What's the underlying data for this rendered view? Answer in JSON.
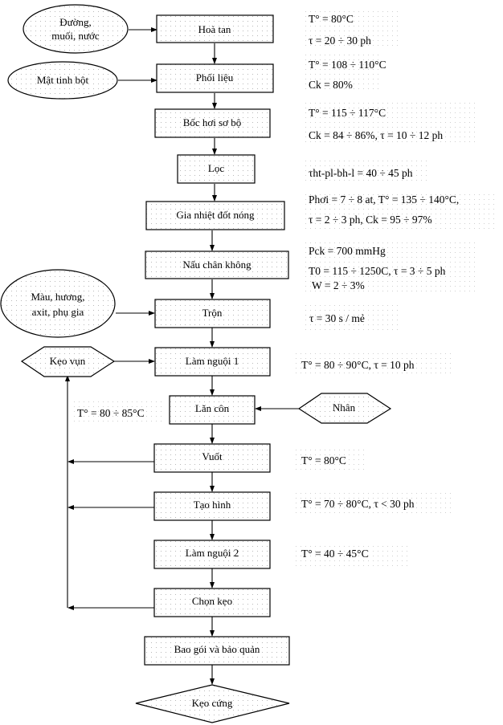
{
  "title": "Quy trình sản xuất kẹo cứng",
  "inputs": [
    {
      "id": "in1",
      "lines": [
        "Đường,",
        "muối, nước"
      ],
      "shape": "ellipse"
    },
    {
      "id": "in2",
      "lines": [
        "Mật tinh bột"
      ],
      "shape": "ellipse"
    },
    {
      "id": "in3",
      "lines": [
        "Màu, hương,",
        "axit, phụ gia"
      ],
      "shape": "ellipse"
    },
    {
      "id": "in4",
      "lines": [
        "Kẹo vụn"
      ],
      "shape": "hexagon"
    },
    {
      "id": "in5",
      "lines": [
        "Nhân"
      ],
      "shape": "hexagon"
    }
  ],
  "steps": [
    {
      "label": "Hoà tan"
    },
    {
      "label": "Phối liệu"
    },
    {
      "label": "Bốc hơi sơ bộ"
    },
    {
      "label": "Lọc"
    },
    {
      "label": "Gia nhiệt đốt nóng"
    },
    {
      "label": "Nấu chân không"
    },
    {
      "label": "Trộn"
    },
    {
      "label": "Làm nguội 1"
    },
    {
      "label": "Lăn côn"
    },
    {
      "label": "Vuốt"
    },
    {
      "label": "Tạo hình"
    },
    {
      "label": "Làm nguội 2"
    },
    {
      "label": "Chọn kẹo"
    },
    {
      "label": "Bao gói và bảo quản"
    }
  ],
  "output": {
    "label": "Kẹo cứng",
    "shape": "diamond"
  },
  "notes": {
    "hoa_tan": [
      "T° = 80°C",
      "τ = 20 ÷ 30 ph"
    ],
    "phoi_lieu": [
      "T° = 108 ÷ 110°C",
      "Ck = 80%"
    ],
    "boc_hoi": [
      "T° = 115 ÷ 117°C",
      "Ck = 84 ÷ 86%, τ = 10 ÷ 12 ph"
    ],
    "loc": [
      "τht-pl-bh-l = 40 ÷ 45 ph"
    ],
    "gia_nhiet": [
      "Phơi = 7 ÷ 8 at, T° = 135 ÷ 140°C,",
      "τ = 2 ÷ 3 ph, Ck = 95 ÷ 97%"
    ],
    "nau_chan_khong": [
      "Pck = 700 mmHg",
      "T0 = 115 ÷ 1250C, τ = 3 ÷ 5 ph",
      "W = 2 ÷ 3%"
    ],
    "tron": [
      "τ = 30 s / mẻ"
    ],
    "lam_nguoi_1": [
      "T° = 80 ÷ 90°C, τ = 10 ph"
    ],
    "lan_con_left": [
      "T° = 80 ÷ 85°C"
    ],
    "vuot": [
      "T° = 80°C"
    ],
    "tao_hinh": [
      "T° = 70 ÷ 80°C, τ < 30 ph"
    ],
    "lam_nguoi_2": [
      "T° = 40 ÷ 45°C"
    ]
  }
}
